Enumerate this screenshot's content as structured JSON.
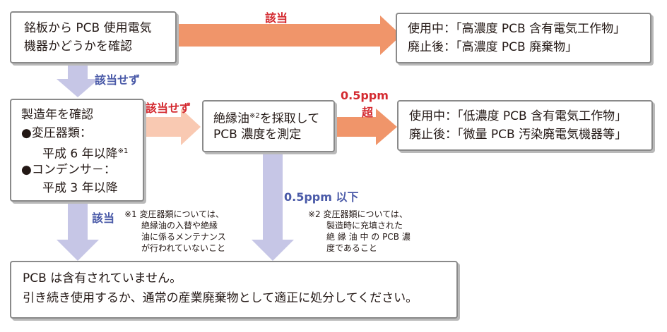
{
  "colors": {
    "orange": "#f0956a",
    "light_orange": "#f9c9b2",
    "lavender": "#c6c6e6",
    "red_label": "#d42a30",
    "blue_label": "#4a5aa8",
    "border": "#8a8a8a"
  },
  "box_start": {
    "line1": "銘板から PCB 使用電気",
    "line2": "機器かどうかを確認"
  },
  "box_high": {
    "line1": "使用中：｢高濃度 PCB 含有電気工作物｣",
    "line2": "廃止後：｢高濃度 PCB 廃棄物｣"
  },
  "box_year": {
    "line1": "製造年を確認",
    "item1": "●変圧器類：",
    "item1_sub": "平成 6 年以降",
    "item1_sup": "※1",
    "item2": "●コンデンサ－：",
    "item2_sub": "平成 3 年以降"
  },
  "box_oil": {
    "line1a": "絶縁油",
    "line1_sup": "※2",
    "line1b": "を採取して",
    "line2": "PCB 濃度を測定"
  },
  "box_low": {
    "line1": "使用中：｢低濃度 PCB 含有電気工作物｣",
    "line2": "廃止後：｢微量 PCB 汚染廃電気機器等｣"
  },
  "box_none": {
    "line1": "PCB は含有されていません。",
    "line2": "引き続き使用するか、通常の産業廃棄物として適正に処分してください。"
  },
  "labels": {
    "applicable_top": "該当",
    "not_applicable_down": "該当せず",
    "not_applicable_right": "該当せず",
    "over_value": "0.5ppm",
    "over_word": "超",
    "applicable_bottom": "該当",
    "under": "0.5ppm 以下"
  },
  "notes": {
    "note1": [
      "※1  変圧器類については、",
      "絶縁油の入替や絶縁",
      "油に係るメンテナンス",
      "が行われていないこと"
    ],
    "note2": [
      "※2  変圧器類については、",
      "製造時に充填された",
      "絶 縁 油 中 の  PCB 濃",
      "度であること"
    ]
  }
}
